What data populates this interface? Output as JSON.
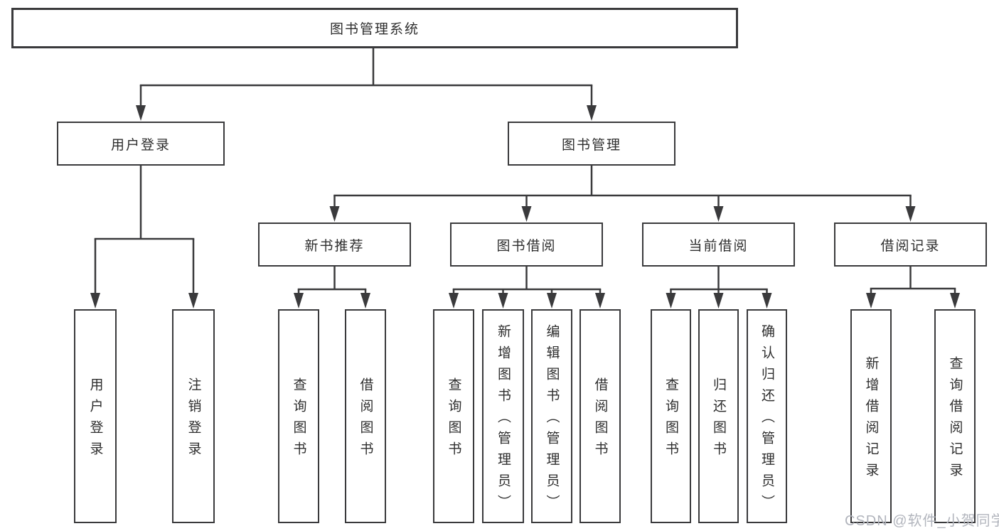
{
  "colors": {
    "line": "#3a3a3c",
    "text": "#2e2e2e",
    "box_bg": "#ffffff",
    "watermark": "#b2b5bd",
    "background": "#ffffff"
  },
  "root": {
    "label": "图书管理系统"
  },
  "level2": {
    "user_login": "用户登录",
    "book_management": "图书管理"
  },
  "level3": {
    "new_book_recommend": "新书推荐",
    "book_borrow": "图书借阅",
    "current_borrow": "当前借阅",
    "borrow_records": "借阅记录"
  },
  "leaves": {
    "user_login": "用户登录",
    "logout": "注销登录",
    "recommend_query_books": "查询图书",
    "recommend_borrow_books": "借阅图书",
    "borrow_query_books": "查询图书",
    "borrow_add_books": "新增图书（管理员）",
    "borrow_edit_books": "编辑图书（管理员）",
    "borrow_borrow_books": "借阅图书",
    "current_query_books": "查询图书",
    "current_return_books": "归还图书",
    "current_confirm_return": "确认归还（管理员）",
    "records_add_record": "新增借阅记录",
    "records_query_record": "查询借阅记录"
  },
  "watermark": "CSDN @软件_小贺同学"
}
